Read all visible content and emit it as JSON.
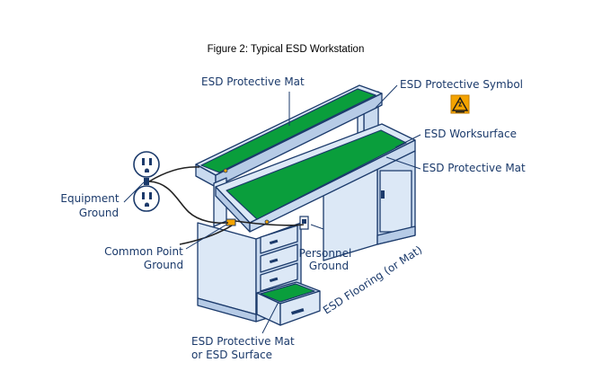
{
  "figure_title": "Figure 2: Typical ESD Workstation",
  "colors": {
    "label_text": "#1b3a6b",
    "mat_green": "#0a9e3c",
    "bench_light": "#dce8f6",
    "bench_outline": "#1b3a6b",
    "symbol_orange": "#f4a300"
  },
  "labels": {
    "mat_top": "ESD Protective Mat",
    "symbol": "ESD Protective Symbol",
    "worksurface": "ESD Worksurface",
    "mat_right": "ESD Protective Mat",
    "equipment_ground_1": "Equipment",
    "equipment_ground_2": "Ground",
    "common_point_1": "Common Point",
    "common_point_2": "Ground",
    "personnel_1": "Personnel",
    "personnel_2": "Ground",
    "flooring": "ESD Flooring (or Mat)",
    "drawer_mat_1": "ESD Protective Mat",
    "drawer_mat_2": "or ESD Surface"
  },
  "icons": {
    "outlet": "duplex-outlet-icon",
    "esd_symbol": "esd-protective-symbol-icon"
  }
}
